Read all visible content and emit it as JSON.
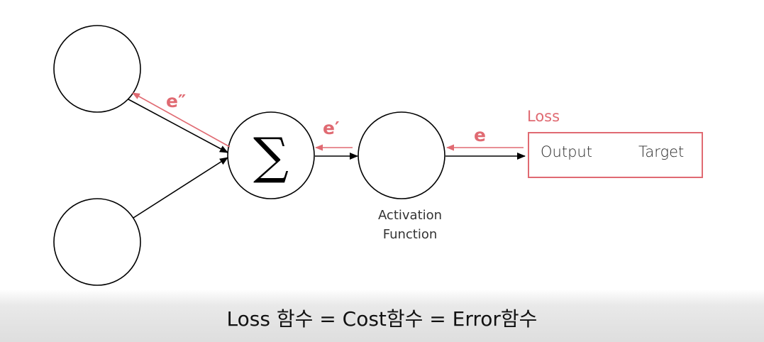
{
  "diagram": {
    "sum_symbol": "∑",
    "error_labels": {
      "e_double_prime": "e″",
      "e_prime": "e′",
      "e": "e"
    },
    "activation_label_line1": "Activation",
    "activation_label_line2": "Function",
    "loss_box": {
      "title": "Loss",
      "output_label": "Output",
      "target_label": "Target"
    }
  },
  "subtitle": "Loss 함수 = Cost함수 = Error함수",
  "colors": {
    "error_accent": "#e06a72",
    "stroke": "#000000",
    "subtitle_band": "#e3e3e3"
  }
}
